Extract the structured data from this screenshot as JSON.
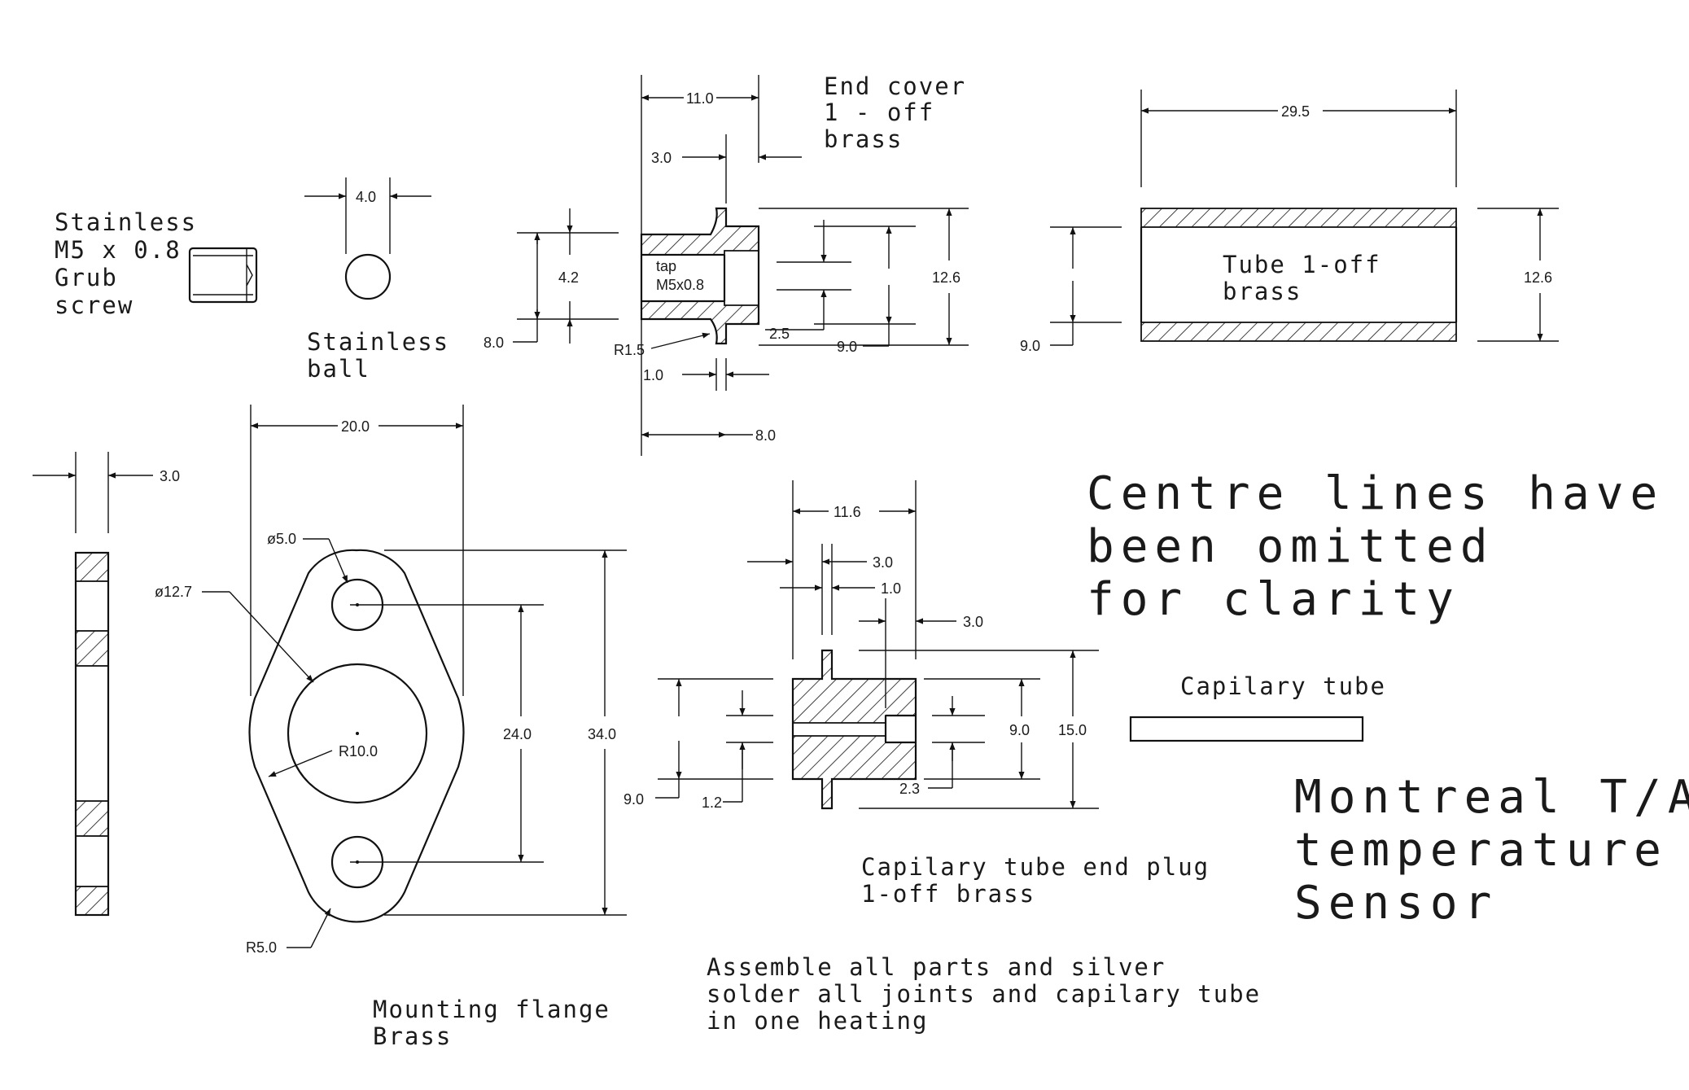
{
  "grub_screw": {
    "line1": "Stainless",
    "line2": "M5 x 0.8",
    "line3": "Grub",
    "line4": "screw"
  },
  "ball": {
    "line1": "Stainless",
    "line2": "ball",
    "dim": "4.0"
  },
  "end_cover": {
    "line1": "End cover",
    "line2": "1 - off",
    "line3": "brass",
    "tap1": "tap",
    "tap2": "M5x0.8",
    "d_len": "11.0",
    "d_flange": "3.0",
    "d_bore": "4.2",
    "d_od": "8.0",
    "d_radius": "R1.5",
    "d_1": "1.0",
    "d_8": "8.0",
    "d_25": "2.5",
    "d_9": "9.0",
    "d_126": "12.6"
  },
  "tube": {
    "line1": "Tube 1-off",
    "line2": "brass",
    "d_len": "29.5",
    "d_od": "12.6",
    "d_id": "9.0"
  },
  "note_centre": {
    "line1": "Centre lines have",
    "line2": "been omitted",
    "line3": "for clarity"
  },
  "flange": {
    "line1": "Mounting flange",
    "line2": "Brass",
    "d_width": "20.0",
    "d_thk": "3.0",
    "d_hole": "ø5.0",
    "d_boss": "ø12.7",
    "d_r10": "R10.0",
    "d_24": "24.0",
    "d_34": "34.0",
    "d_r5": "R5.0"
  },
  "end_plug": {
    "line1": "Capilary tube end plug",
    "line2": "1-off brass",
    "d_len": "11.6",
    "d_a": "3.0",
    "d_b": "1.0",
    "d_c": "3.0",
    "d_9": "9.0",
    "d_12": "1.2",
    "d_9b": "9.0",
    "d_23": "2.3",
    "d_15": "15.0"
  },
  "capillary": {
    "label": "Capilary tube"
  },
  "title": {
    "line1": "Montreal T/A",
    "line2": "temperature",
    "line3": "Sensor"
  },
  "assemble": {
    "line1": "Assemble all parts and silver",
    "line2": "solder all joints and capilary tube",
    "line3": "in one heating"
  }
}
